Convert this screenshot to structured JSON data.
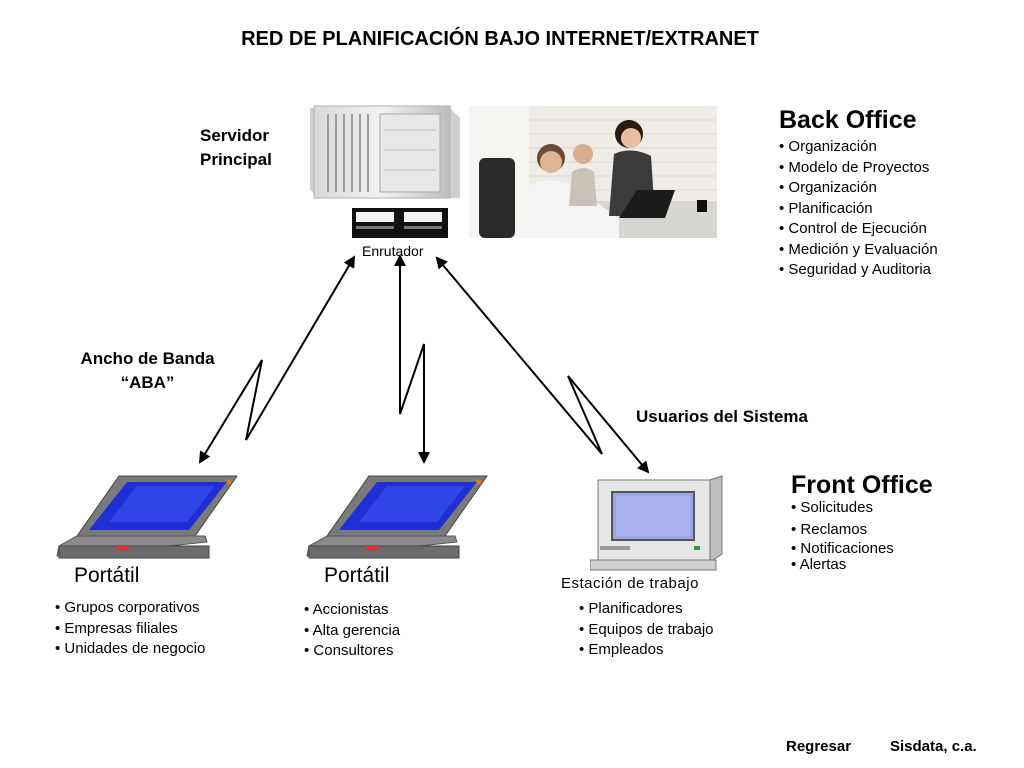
{
  "title": "RED DE PLANIFICACIÓN  BAJO INTERNET/EXTRANET",
  "server": {
    "label_line1": "Servidor",
    "label_line2": "Principal",
    "router_label": "Enrutador",
    "icon": "server-icon"
  },
  "back_office": {
    "heading": "Back Office",
    "items": [
      "Organización",
      "Modelo de Proyectos",
      "Organización",
      "Planificación",
      "Control de Ejecución",
      "Medición y Evaluación",
      "Seguridad y Auditoria"
    ]
  },
  "bandwidth": {
    "line1": "Ancho de Banda",
    "line2": "“ABA”"
  },
  "users_label": "Usuarios del Sistema",
  "front_office": {
    "heading": "Front Office",
    "items": [
      "Solicitudes",
      "Reclamos",
      "Notificaciones",
      "Alertas"
    ]
  },
  "devices": [
    {
      "label": "Portátil",
      "icon": "laptop-icon",
      "items": [
        "Grupos corporativos",
        "Empresas filiales",
        "Unidades de negocio"
      ]
    },
    {
      "label": "Portátil",
      "icon": "laptop-icon",
      "items": [
        "Accionistas",
        "Alta gerencia",
        "Consultores"
      ]
    },
    {
      "label": "Estación de trabajo",
      "icon": "workstation-icon",
      "items": [
        "Planificadores",
        "Equipos de trabajo",
        "Empleados"
      ]
    }
  ],
  "footer": {
    "back_link": "Regresar",
    "company": "Sisdata, c.a."
  },
  "colors": {
    "screen_blue": "#1f2fd6",
    "laptop_body": "#7a7a7a",
    "monitor_screen": "#9aa6e6",
    "arrow": "#000000"
  }
}
